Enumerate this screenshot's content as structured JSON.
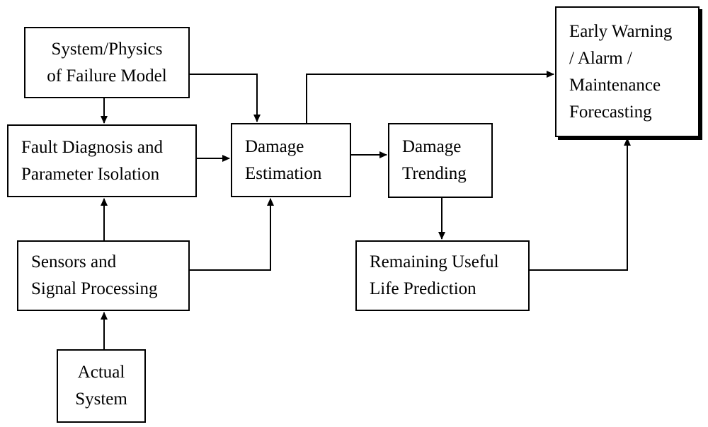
{
  "boxes": {
    "physics_model": {
      "lines": [
        "System/Physics",
        "of Failure Model"
      ]
    },
    "fault_diagnosis": {
      "lines": [
        "Fault Diagnosis and",
        "Parameter Isolation"
      ]
    },
    "damage_estimation": {
      "lines": [
        "Damage",
        "Estimation"
      ]
    },
    "damage_trending": {
      "lines": [
        "Damage",
        "Trending"
      ]
    },
    "early_warning": {
      "lines": [
        "Early Warning",
        "/ Alarm /",
        "Maintenance",
        "Forecasting"
      ]
    },
    "sensors": {
      "lines": [
        "Sensors and",
        "Signal Processing"
      ]
    },
    "rul_prediction": {
      "lines": [
        "Remaining Useful",
        "Life Prediction"
      ]
    },
    "actual_system": {
      "lines": [
        "Actual",
        "System"
      ]
    }
  },
  "colors": {
    "line": "#000000",
    "box_fill": "#ffffff",
    "background": "#ffffff"
  }
}
